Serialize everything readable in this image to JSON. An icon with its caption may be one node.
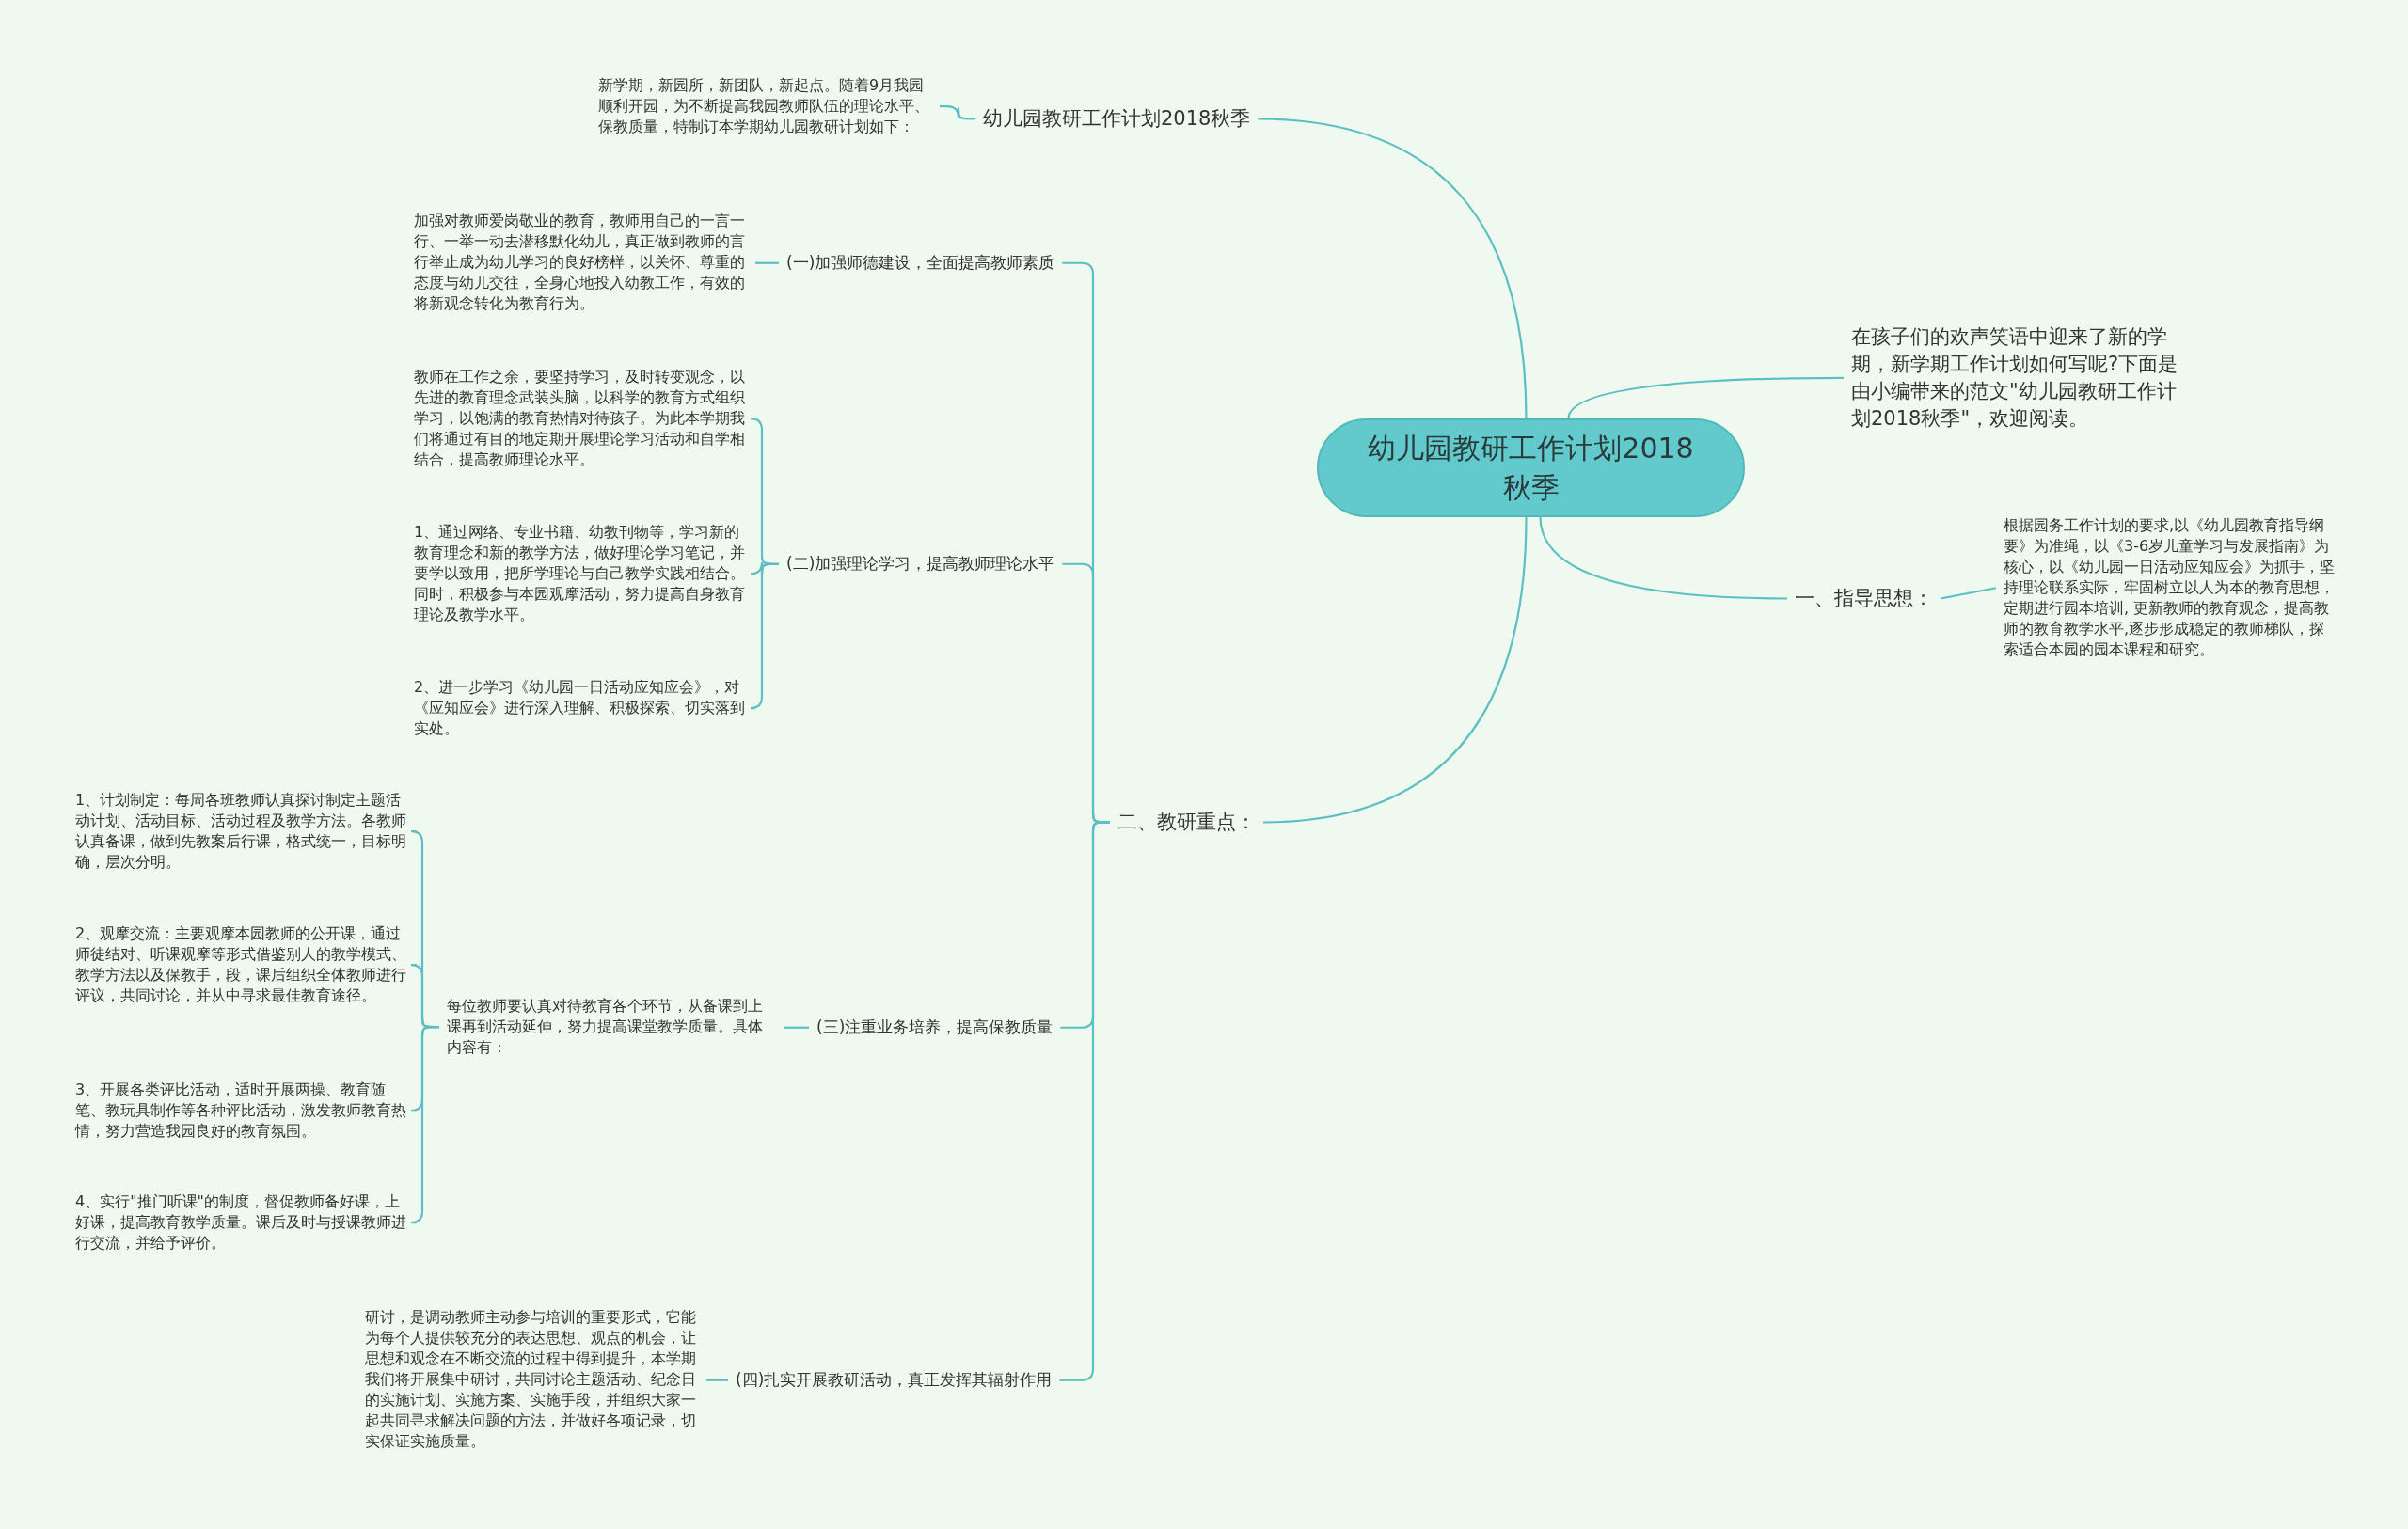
{
  "diagram": {
    "nodes": [
      {
        "text": [
          "幼儿园教研工作计划2018秋季"
        ]
      },
      {
        "text": [
          "幼儿园教研工作计划2018秋季"
        ]
      },
      {
        "text": [
          "新学期，新园所，新团队，新起点。随着9月我园顺利开园，为不断提高我园教师队伍的理论水平、保教质量，特制订本学期幼儿园教研计划如下："
        ]
      },
      {
        "text": [
          "在孩子们的欢声笑语中迎来了新的学期，新学期工作计划如何写呢?下面是由小编带来的范文\"幼儿园教研工作计划2018秋季\"，欢迎阅读。"
        ]
      },
      {
        "text": [
          "一、指导思想："
        ]
      },
      {
        "text": [
          "根据园务工作计划的要求,以《幼儿园教育指导纲要》为准绳，以《3-6岁儿童学习与发展指南》为核心，以《幼儿园一日活动应知应会》为抓手，坚持理论联系实际，牢固树立以人为本的教育思想，定期进行园本培训, 更新教师的教育观念，提高教师的教育教学水平,逐步形成稳定的教师梯队，探索适合本园的园本课程和研究。"
        ]
      },
      {
        "text": [
          "二、教研重点："
        ]
      },
      {
        "text": [
          "(一)加强师德建设，全面提高教师素质"
        ]
      },
      {
        "text": [
          "加强对教师爱岗敬业的教育，教师用自己的一言一行、一举一动去潜移默化幼儿，真正做到教师的言行举止成为幼儿学习的良好榜样，以关怀、尊重的态度与幼儿交往，全身心地投入幼教工作，有效的将新观念转化为教育行为。"
        ]
      },
      {
        "text": [
          "(二)加强理论学习，提高教师理论水平"
        ]
      },
      {
        "text": [
          "教师在工作之余，要坚持学习，及时转变观念，以先进的教育理念武装头脑，以科学的教育方式组织学习，以饱满的教育热情对待孩子。为此本学期我们将通过有目的地定期开展理论学习活动和自学相结合，提高教师理论水平。"
        ]
      },
      {
        "text": [
          "1、通过网络、专业书籍、幼教刊物等，学习新的教育理念和新的教学方法，做好理论学习笔记，并要学以致用，把所学理论与自己教学实践相结合。同时，积极参与本园观摩活动，努力提高自身教育理论及教学水平。"
        ]
      },
      {
        "text": [
          "2、进一步学习《幼儿园一日活动应知应会》，对《应知应会》进行深入理解、积极探索、切实落到实处。"
        ]
      },
      {
        "text": [
          "(三)注重业务培养，提高保教质量"
        ]
      },
      {
        "text": [
          "每位教师要认真对待教育各个环节，从备课到上课再到活动延伸，努力提高课堂教学质量。具体内容有："
        ]
      },
      {
        "text": [
          "1、计划制定：每周各班教师认真探讨制定主题活动计划、活动目标、活动过程及教学方法。各教师认真备课，做到先教案后行课，格式统一，目标明确，层次分明。"
        ]
      },
      {
        "text": [
          "2、观摩交流：主要观摩本园教师的公开课，通过师徒结对、听课观摩等形式借鉴别人的教学模式、教学方法以及保教手，段，课后组织全体教师进行评议，共同讨论，并从中寻求最佳教育途径。"
        ]
      },
      {
        "text": [
          "3、开展各类评比活动，适时开展两操、教育随笔、教玩具制作等各种评比活动，激发教师教育热情，努力营造我园良好的教育氛围。"
        ]
      },
      {
        "text": [
          "4、实行\"推门听课\"的制度，督促教师备好课，上好课，提高教育教学质量。课后及时与授课教师进行交流，并给予评价。"
        ]
      },
      {
        "text": [
          "(四)扎实开展教研活动，真正发挥其辐射作用"
        ]
      },
      {
        "text": [
          "研讨，是调动教师主动参与培训的重要形式，它能为每个人提供较充分的表达思想、观点的机会，让思想和观念在不断交流的过程中得到提升，本学期我们将开展集中研讨，共同讨论主题活动、纪念日的实施计划、实施方案、实施手段，并组织大家一起共同寻求解决问题的方法，并做好各项记录，切实保证实施质量。"
        ]
      }
    ],
    "edges": [
      {
        "from": 0,
        "to": 1,
        "arrow": "none"
      },
      {
        "from": 1,
        "to": 2,
        "arrow": "none"
      },
      {
        "from": 0,
        "to": 3,
        "arrow": "none"
      },
      {
        "from": 0,
        "to": 4,
        "arrow": "none"
      },
      {
        "from": 4,
        "to": 5,
        "arrow": "none"
      },
      {
        "from": 0,
        "to": 6,
        "arrow": "none"
      },
      {
        "from": 6,
        "to": 7,
        "arrow": "none"
      },
      {
        "from": 6,
        "to": 9,
        "arrow": "none"
      },
      {
        "from": 6,
        "to": 13,
        "arrow": "none"
      },
      {
        "from": 6,
        "to": 19,
        "arrow": "none"
      },
      {
        "from": 7,
        "to": 8,
        "arrow": "none"
      },
      {
        "from": 9,
        "to": 10,
        "arrow": "none"
      },
      {
        "from": 9,
        "to": 11,
        "arrow": "none"
      },
      {
        "from": 9,
        "to": 12,
        "arrow": "none"
      },
      {
        "from": 13,
        "to": 14,
        "arrow": "none"
      },
      {
        "from": 14,
        "to": 15,
        "arrow": "none"
      },
      {
        "from": 14,
        "to": 16,
        "arrow": "none"
      },
      {
        "from": 14,
        "to": 17,
        "arrow": "none"
      },
      {
        "from": 14,
        "to": 18,
        "arrow": "none"
      },
      {
        "from": 19,
        "to": 20,
        "arrow": "none"
      }
    ]
  }
}
